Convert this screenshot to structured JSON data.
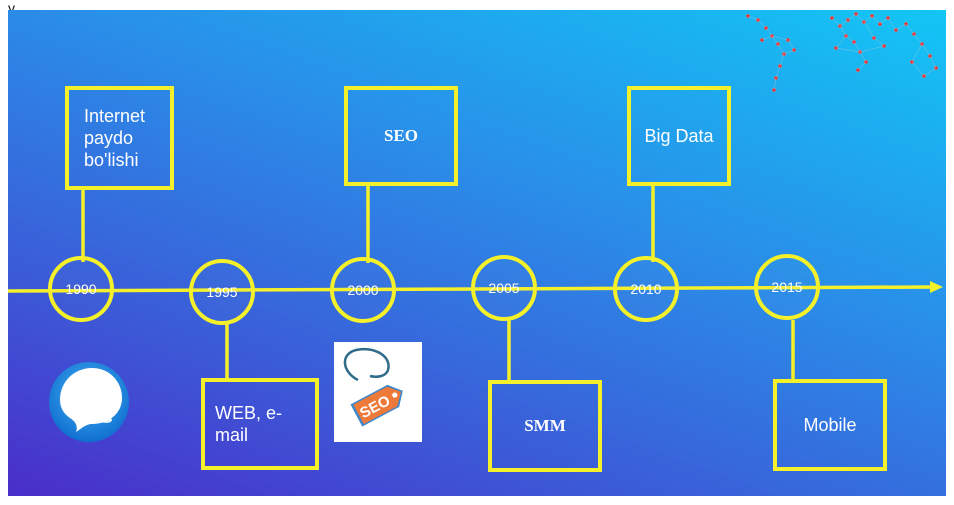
{
  "top_fragment": "y",
  "timeline": {
    "years": [
      "1990",
      "1995",
      "2000",
      "2005",
      "2010",
      "2015"
    ],
    "above_boxes": {
      "internet": "Internet paydo bo'lishi",
      "seo": "SEO",
      "big_data": "Big Data"
    },
    "below_boxes": {
      "web": "WEB, e-mail",
      "smm": "SMM",
      "mobile": "Mobile"
    },
    "seo_tag_text": "SEO"
  },
  "colors": {
    "line": "#f4f02a",
    "text": "#ffffff",
    "background_start": "#4a2ec9",
    "background_end": "#12c6f5",
    "dots": "#e0262b"
  }
}
